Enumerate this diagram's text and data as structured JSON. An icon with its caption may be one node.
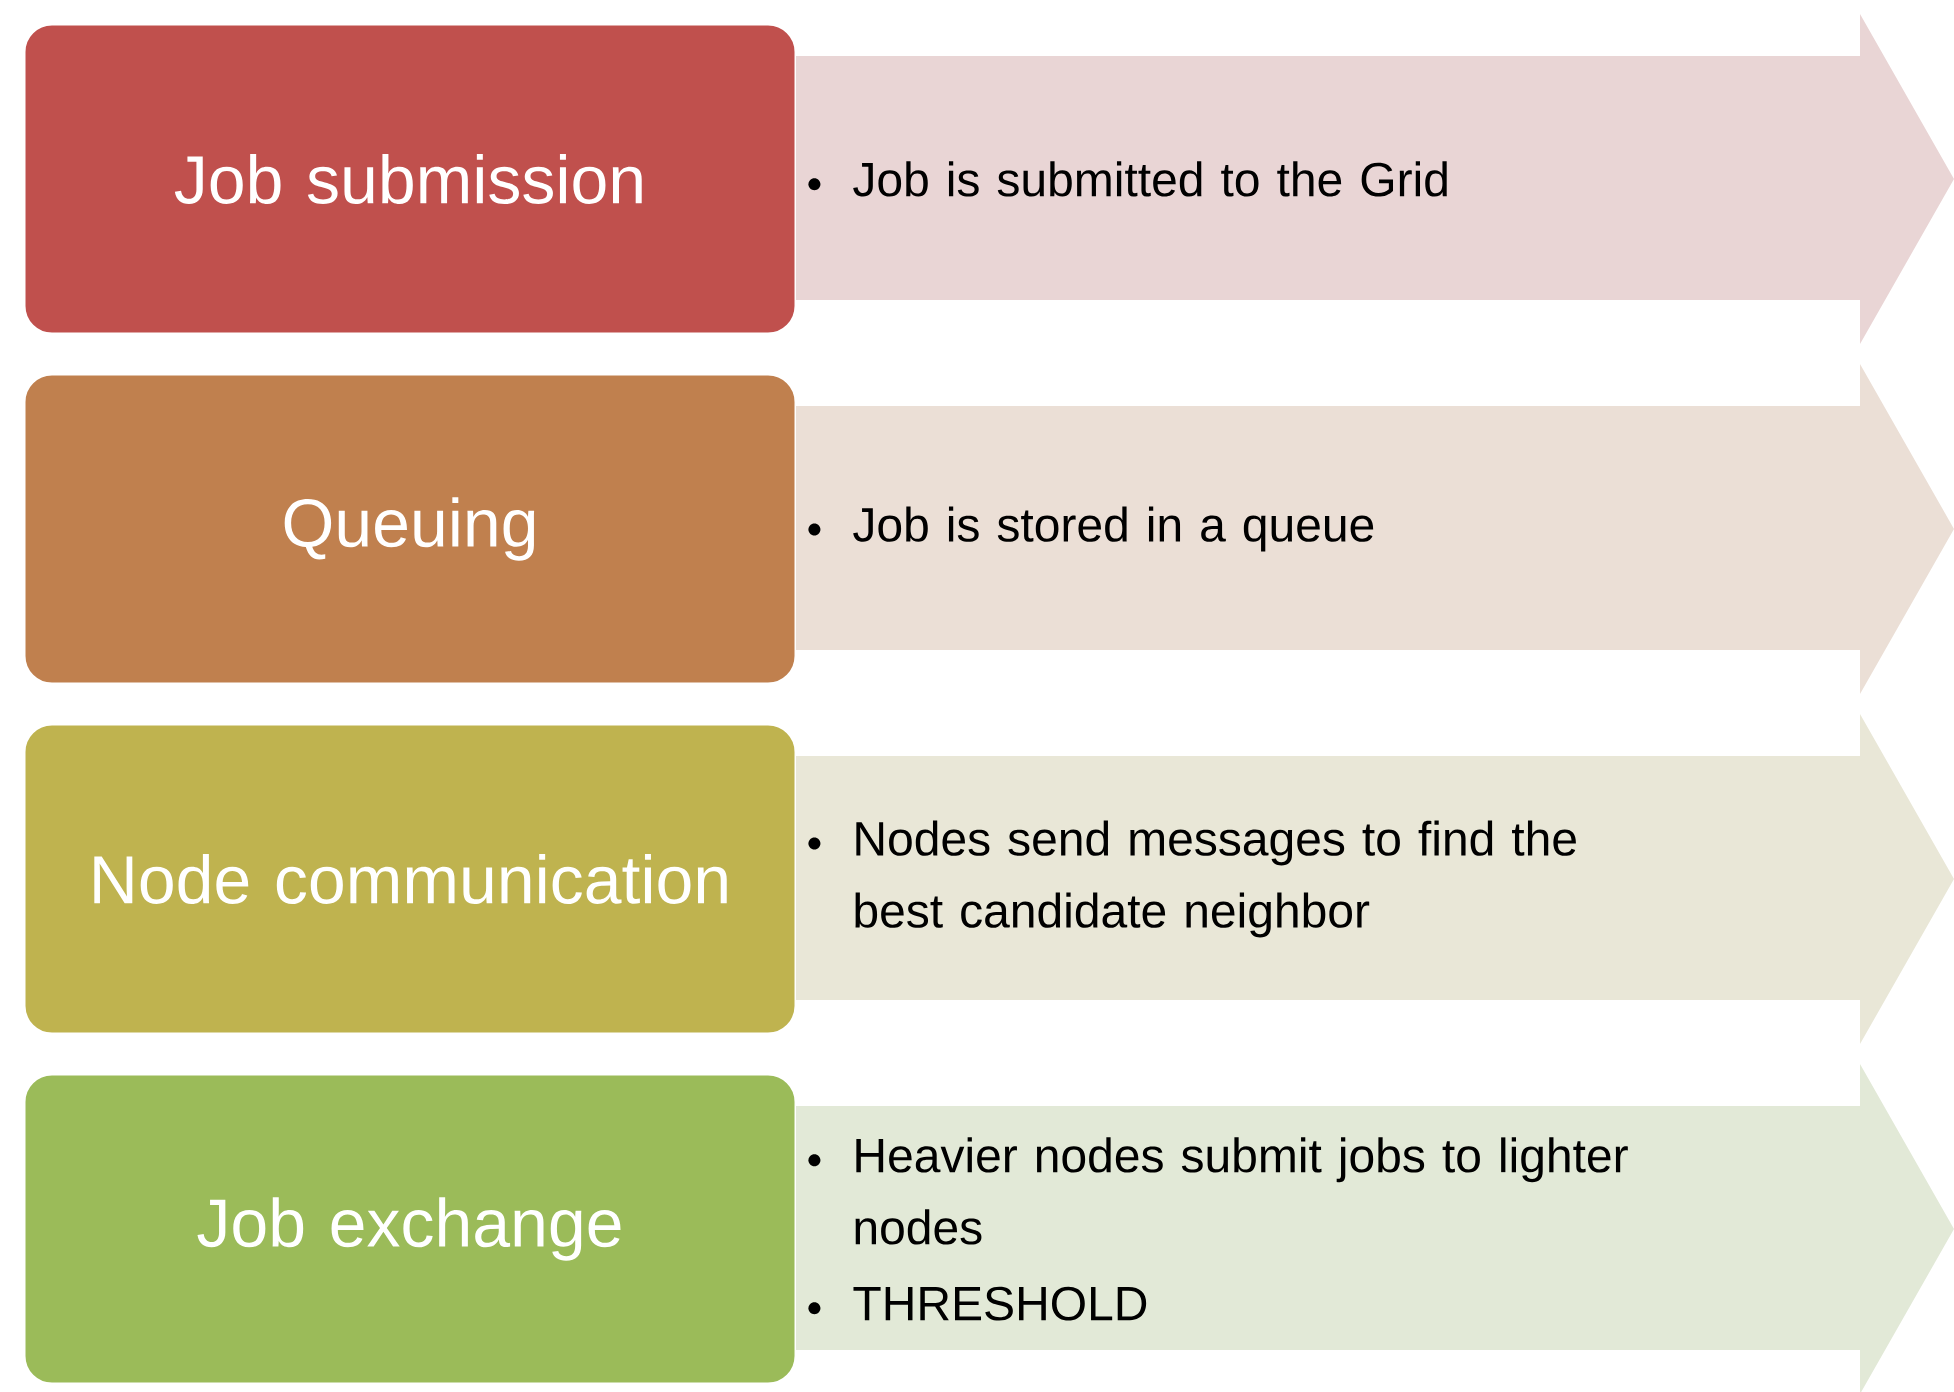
{
  "diagram": {
    "nodes": [
      {
        "text": [
          "Job submission"
        ]
      },
      {
        "text": [
          "Job is submitted to the Grid"
        ]
      },
      {
        "text": [
          "Queuing"
        ]
      },
      {
        "text": [
          "Job is stored in a queue"
        ]
      },
      {
        "text": [
          "Node communication"
        ]
      },
      {
        "text": [
          "Nodes send messages to find the best candidate neighbor"
        ]
      },
      {
        "text": [
          "Job exchange"
        ]
      },
      {
        "text": [
          "Heavier nodes submit jobs to lighter nodes",
          "THRESHOLD"
        ]
      }
    ]
  }
}
